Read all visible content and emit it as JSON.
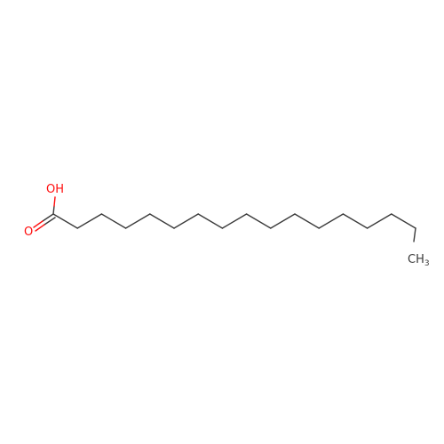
{
  "molecule": {
    "atoms": {
      "hydroxyl": "OH",
      "carbonyl": "O",
      "methyl_main": "CH",
      "methyl_sub": "3"
    },
    "colors": {
      "bond": "#3a3a3a",
      "oxygen": "#ff0d0d",
      "carbon_label": "#3a3a3a",
      "background": "#ffffff"
    }
  }
}
